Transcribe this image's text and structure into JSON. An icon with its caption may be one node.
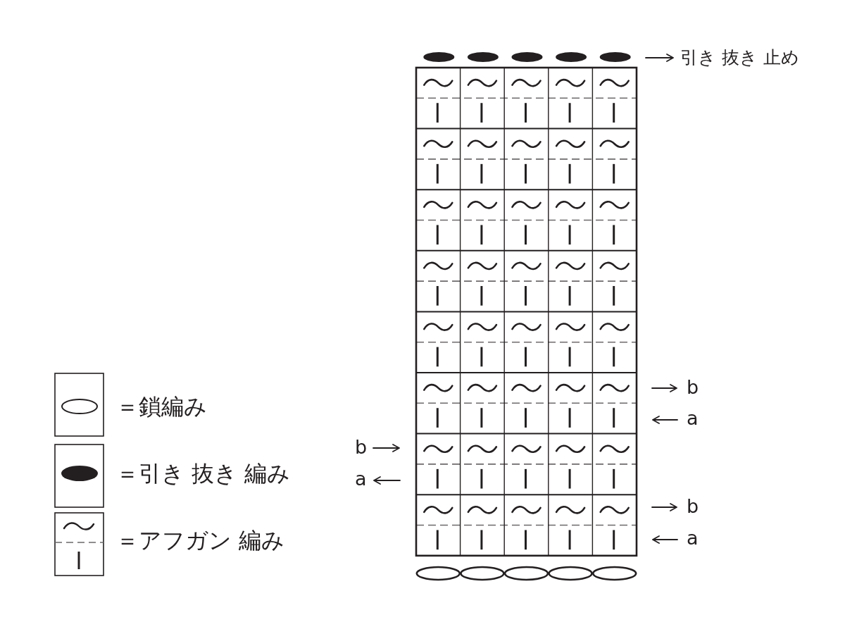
{
  "diagram": {
    "labels": [
      "引き 抜き 止め",
      "b",
      "a",
      "b",
      "a",
      "b",
      "a"
    ],
    "legend": [
      {
        "text": "＝鎖編み"
      },
      {
        "text": "＝引き 抜き 編み"
      },
      {
        "text": "＝アフガン 編み"
      }
    ]
  }
}
